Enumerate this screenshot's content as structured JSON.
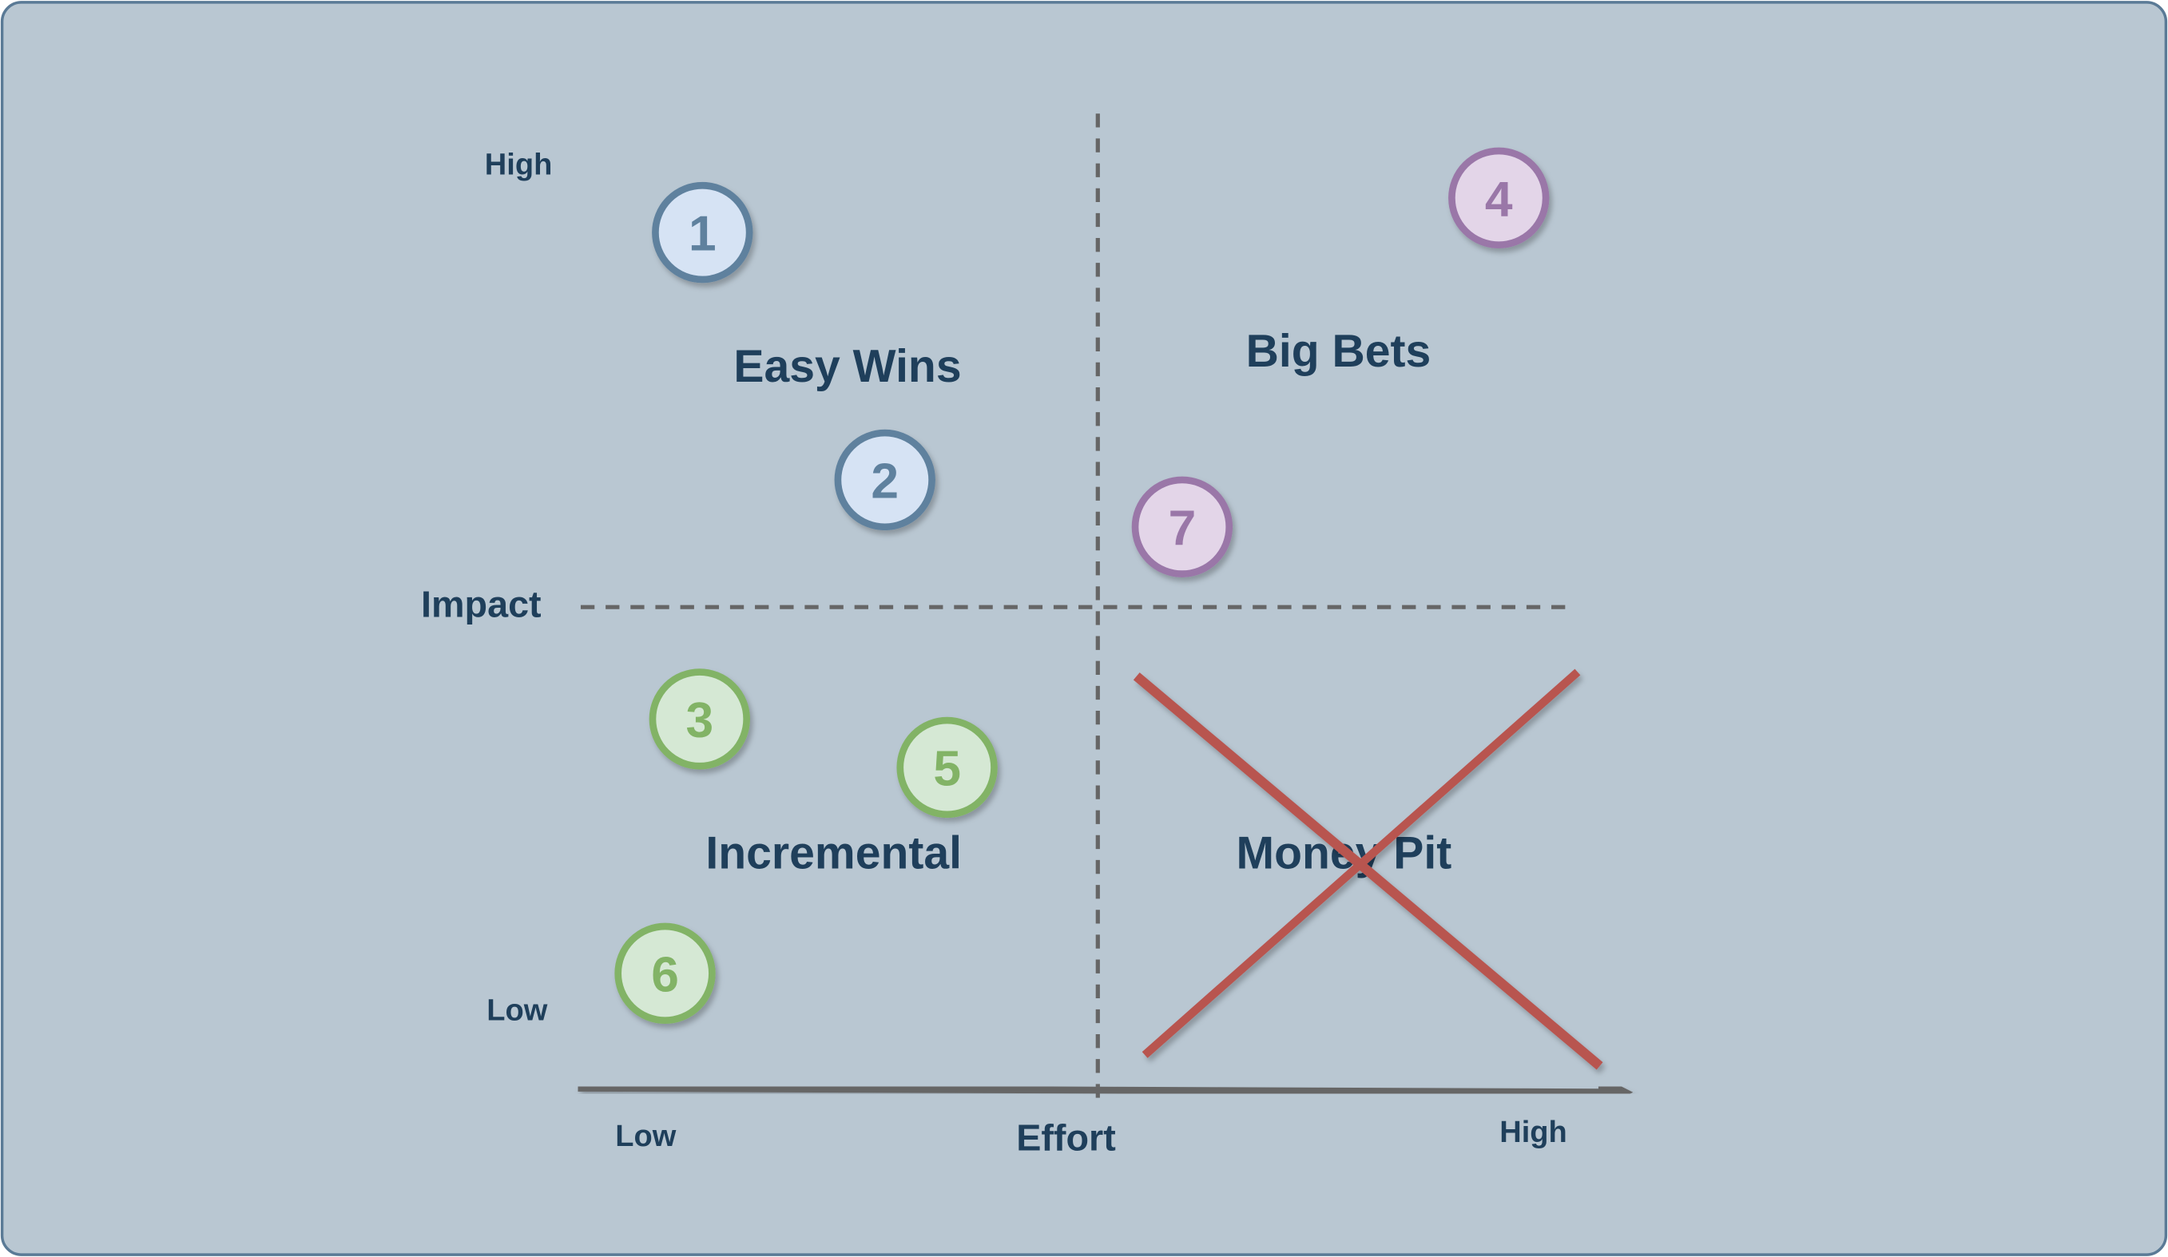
{
  "axes": {
    "y_title": "Impact",
    "y_high": "High",
    "y_low": "Low",
    "x_title": "Effort",
    "x_low": "Low",
    "x_high": "High"
  },
  "quadrants": {
    "top_left": "Easy Wins",
    "top_right": "Big Bets",
    "bottom_left": "Incremental",
    "bottom_right": "Money Pit"
  },
  "items": [
    {
      "label": "1",
      "quadrant": "Easy Wins"
    },
    {
      "label": "2",
      "quadrant": "Easy Wins"
    },
    {
      "label": "3",
      "quadrant": "Incremental"
    },
    {
      "label": "4",
      "quadrant": "Big Bets"
    },
    {
      "label": "5",
      "quadrant": "Incremental"
    },
    {
      "label": "6",
      "quadrant": "Incremental"
    },
    {
      "label": "7",
      "quadrant": "Big Bets"
    }
  ],
  "colors": {
    "background": "#b9c7d2",
    "frame": "#5a7a96",
    "text": "#1f3f5b",
    "axis": "#666666",
    "cross": "#b85450",
    "easy_fill": "#d6e3f4",
    "easy_stroke": "#5f819e",
    "bets_fill": "#e3d5e8",
    "bets_stroke": "#9a77a8",
    "inc_fill": "#d5e8d4",
    "inc_stroke": "#82b366"
  }
}
